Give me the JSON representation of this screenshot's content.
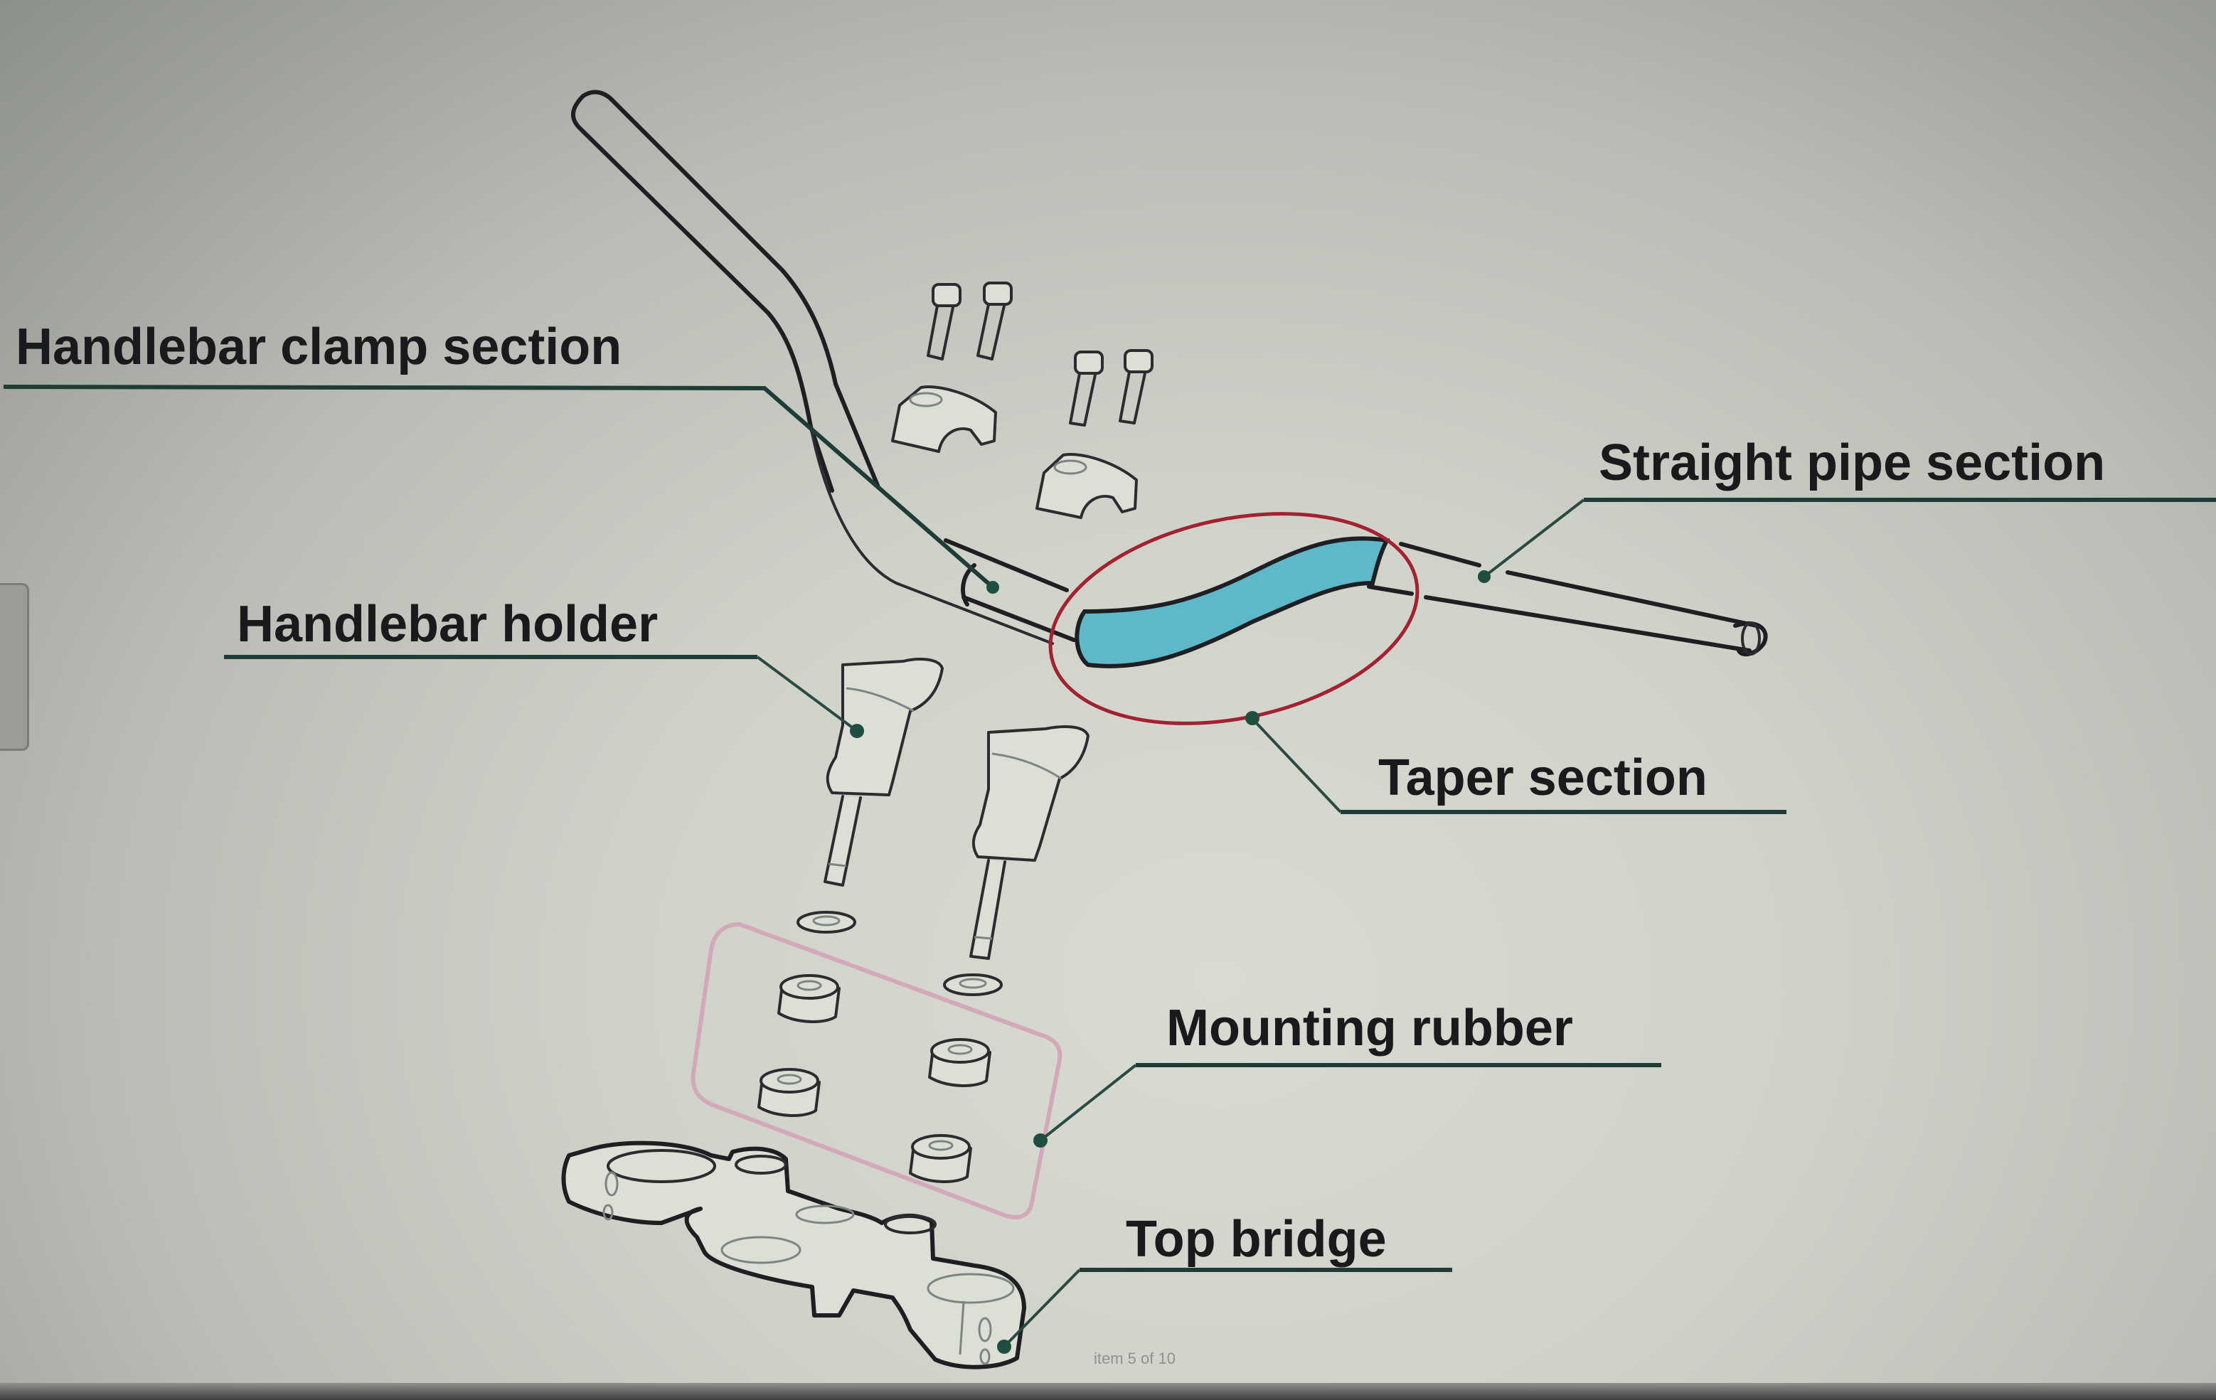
{
  "diagram": {
    "subject": "Handlebar assembly exploded view",
    "labels": {
      "handlebar_clamp_section": "Handlebar clamp section",
      "straight_pipe_section": "Straight pipe section",
      "handlebar_holder": "Handlebar holder",
      "taper_section": "Taper section",
      "mounting_rubber": "Mounting rubber",
      "top_bridge": "Top bridge"
    },
    "footer": {
      "pagination": "item 5 of 10"
    },
    "colors": {
      "taper_highlight_fill": "#5fb8c9",
      "taper_highlight_ring": "#a3222f",
      "mounting_rubber_box": "#d3a9b9",
      "leader_line": "#2a4a42",
      "label_text": "#1a1a1c",
      "background": "#d4d6ce"
    }
  }
}
